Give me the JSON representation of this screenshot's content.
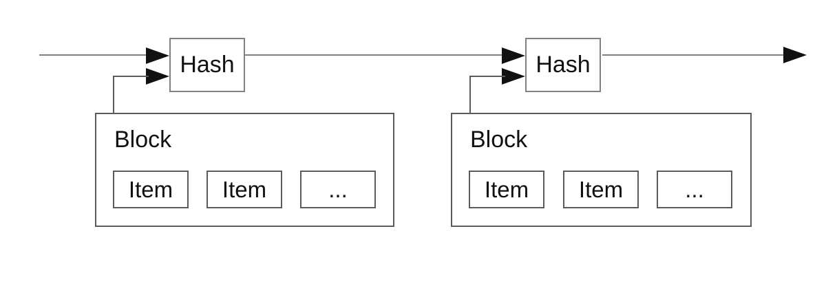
{
  "nodes": [
    {
      "hash_label": "Hash",
      "block_label": "Block",
      "items": [
        "Item",
        "Item",
        "..."
      ]
    },
    {
      "hash_label": "Hash",
      "block_label": "Block",
      "items": [
        "Item",
        "Item",
        "..."
      ]
    }
  ],
  "colors": {
    "chain_line": "#808080",
    "box_stroke": "#5a5a5a",
    "arrowhead": "#111111",
    "text": "#111111",
    "background": "#ffffff"
  }
}
